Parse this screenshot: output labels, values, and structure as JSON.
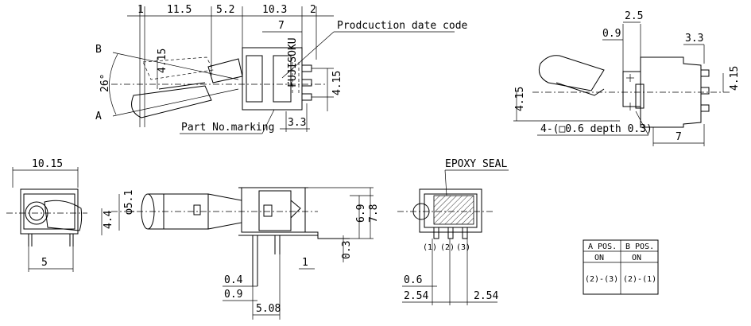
{
  "top_view": {
    "dims": [
      "1",
      "11.5",
      "5.2",
      "10.3",
      "2",
      "7",
      "4.15",
      "4.15",
      "3.3",
      "26°"
    ],
    "pos_b": "B",
    "pos_a": "A",
    "date_code_label": "Prodcuction date code",
    "part_no_label": "Part No.marking",
    "maker_marking": "FUJISOKU"
  },
  "right_view": {
    "dims": [
      "2.5",
      "0.9",
      "3.3",
      "4.15",
      "4.15",
      "7"
    ],
    "pad_note": "4-(□0.6 depth 0.3)"
  },
  "end_view": {
    "dims": [
      "10.15",
      "4.4",
      "5"
    ]
  },
  "side_view": {
    "dims": [
      "φ5.1",
      "6.9",
      "7.8",
      "0.3",
      "1",
      "0.4",
      "0.9",
      "5.08"
    ]
  },
  "pin_view": {
    "epoxy_label": "EPOXY SEAL",
    "pins": [
      "(1)",
      "(2)",
      "(3)"
    ],
    "dims": [
      "0.6",
      "2.54",
      "2.54"
    ]
  },
  "switch_table": {
    "headers": [
      "A POS.",
      "B POS."
    ],
    "state_row": [
      "ON",
      "ON"
    ],
    "contact_row": [
      "(2)-(3)",
      "(2)-(1)"
    ]
  }
}
